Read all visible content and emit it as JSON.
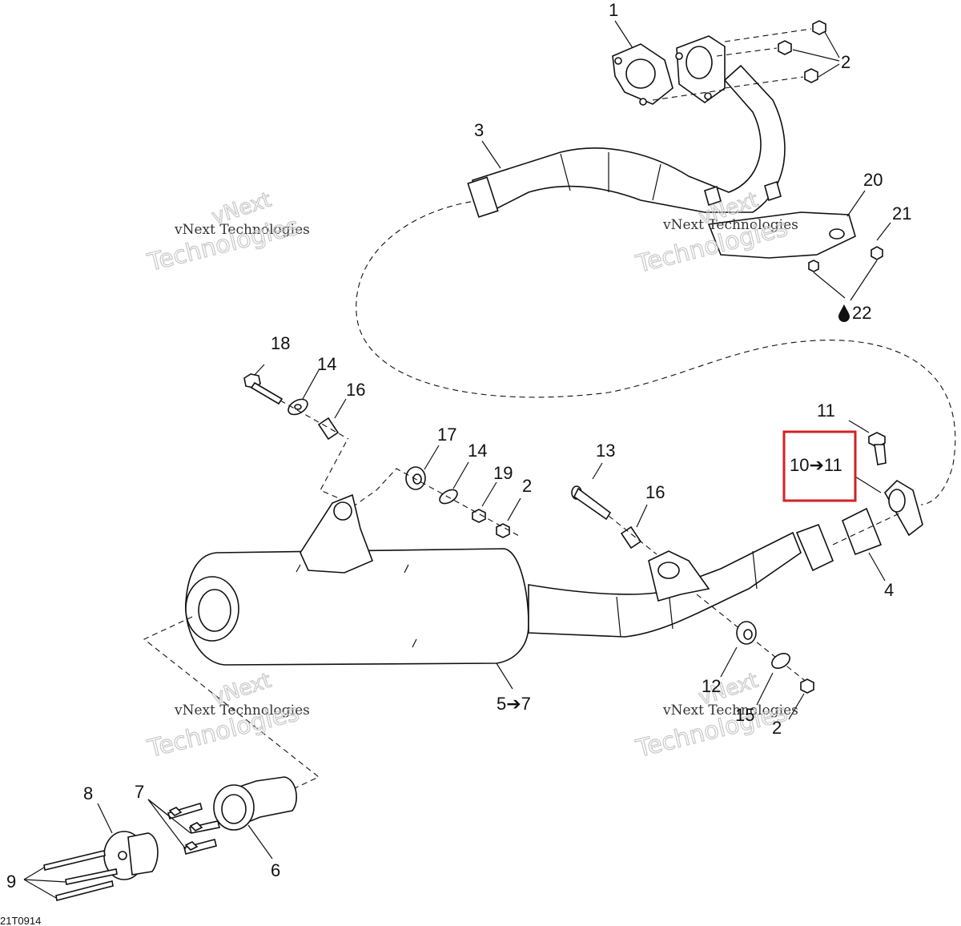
{
  "diagram_code": "21T0914",
  "callouts": {
    "c1": "1",
    "c2_top": "2",
    "c3": "3",
    "c20": "20",
    "c21": "21",
    "c22": "22",
    "c18": "18",
    "c14_a": "14",
    "c16_a": "16",
    "c17": "17",
    "c14_b": "14",
    "c19": "19",
    "c2_mid": "2",
    "c13": "13",
    "c16_b": "16",
    "c11": "11",
    "c10to11": "10➔11",
    "c4": "4",
    "c12": "12",
    "c15": "15",
    "c2_low": "2",
    "c5to7": "5➔7",
    "c8": "8",
    "c7": "7",
    "c9": "9",
    "c6": "6"
  },
  "watermarks": {
    "small_text": "vNext Technologies",
    "rot_text": "vNext",
    "big_text": "Technologies"
  },
  "colors": {
    "highlight": "#d32027",
    "lines": "#111111",
    "watermark": "#c8c8c8"
  }
}
